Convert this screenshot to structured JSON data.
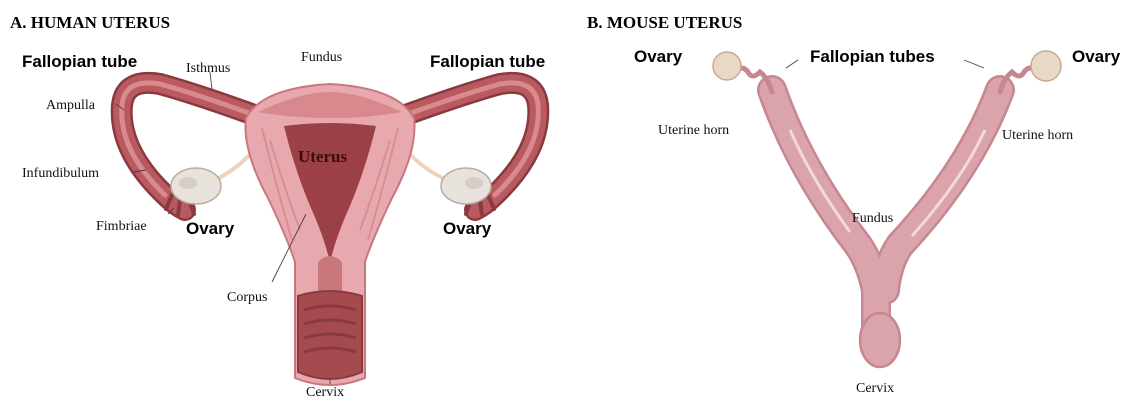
{
  "panels": {
    "human": {
      "title": "A. HUMAN UTERUS",
      "labels": {
        "fallopian_left": "Fallopian tube",
        "fallopian_right": "Fallopian tube",
        "isthmus": "Isthmus",
        "fundus": "Fundus",
        "ampulla": "Ampulla",
        "infundibulum": "Infundibulum",
        "fimbriae": "Fimbriae",
        "ovary_left": "Ovary",
        "ovary_right": "Ovary",
        "uterus": "Uterus",
        "corpus": "Corpus",
        "cervix": "Cervix"
      }
    },
    "mouse": {
      "title": "B. MOUSE UTERUS",
      "labels": {
        "ovary_left": "Ovary",
        "ovary_right": "Ovary",
        "fallopian_tubes": "Fallopian tubes",
        "uterine_horn_left": "Uterine horn",
        "uterine_horn_right": "Uterine horn",
        "fundus": "Fundus",
        "cervix": "Cervix"
      }
    }
  },
  "colors": {
    "tissue_light": "#e8a9ae",
    "tissue_mid": "#c9777c",
    "tissue_dark": "#a54a4f",
    "cavity": "#9b4046",
    "outline": "#8a3a3e",
    "ovary": "#e8e2dc",
    "ligament": "#efd3b8",
    "mouse_body": "#dba3ac",
    "mouse_edge": "#c58791",
    "mouse_ovary": "#ead8c7"
  }
}
